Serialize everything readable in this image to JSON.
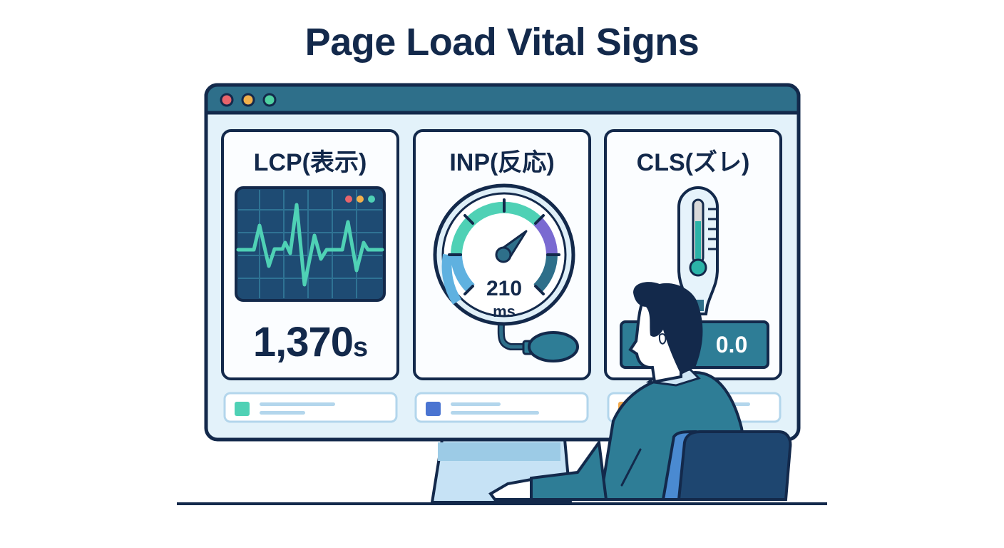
{
  "title": "Page Load Vital Signs",
  "window": {
    "traffic_lights": [
      "#e8646b",
      "#f2b04c",
      "#4fd1a1"
    ],
    "titlebar_color": "#2e6f8a",
    "panel_background": "#e3f2fa"
  },
  "cards": [
    {
      "id": "lcp",
      "title": "LCP(表示)",
      "icon": "heart-monitor-icon",
      "value": "1,370",
      "unit": "s",
      "footer_swatch": "#4fd1b5"
    },
    {
      "id": "inp",
      "title": "INP(反応)",
      "icon": "pressure-gauge-icon",
      "value": "210",
      "unit": "ms",
      "footer_swatch": "#4a74d1"
    },
    {
      "id": "cls",
      "title": "CLS(ズレ)",
      "icon": "thermometer-icon",
      "value": "0.0",
      "unit": "",
      "footer_swatch": "#f2a94c"
    }
  ],
  "colors": {
    "outline": "#13294b",
    "accent_teal": "#4fd1b5",
    "monitor_screen": "#1e4b73",
    "person_shirt": "#2e7d96",
    "chair": "#1e4670"
  }
}
